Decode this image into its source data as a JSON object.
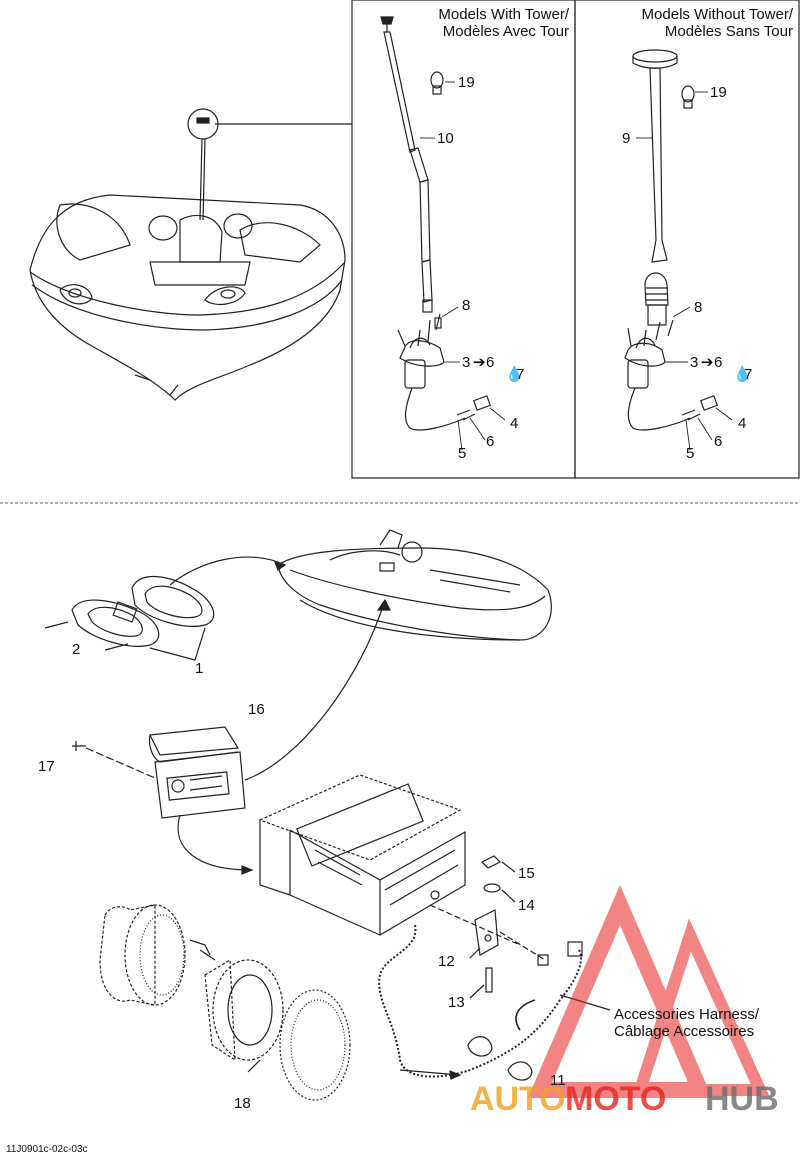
{
  "panels": {
    "with_tower": {
      "title_en": "Models With Tower/",
      "title_fr": "Modèles Avec Tour"
    },
    "without_tower": {
      "title_en": "Models Without Tower/",
      "title_fr": "Modèles Sans Tour"
    }
  },
  "callouts": {
    "t19": "19",
    "t10": "10",
    "t8": "8",
    "t3": "3",
    "t6a": "6",
    "t7": "7",
    "t4": "4",
    "t6b": "6",
    "t5": "5",
    "n19": "19",
    "n9": "9",
    "n8": "8",
    "n3": "3",
    "n6a": "6",
    "n7": "7",
    "n4": "4",
    "n6b": "6",
    "n5": "5",
    "c1": "1",
    "c2": "2",
    "c16": "16",
    "c17": "17",
    "c15": "15",
    "c14": "14",
    "c12": "12",
    "c13": "13",
    "c11": "11",
    "c18": "18"
  },
  "harness_label": {
    "line1": "Accessories Harness/",
    "line2": "Câblage Accessoires"
  },
  "watermark": {
    "auto": "AUTO",
    "moto": "MOTO",
    "hub": "HUB"
  },
  "footer_code": "11J0901c-02c-03c",
  "colors": {
    "watermark_red": "#e8231f",
    "watermark_gold": "#f0a020",
    "watermark_gray": "#6b6b6b",
    "line": "#222222"
  }
}
